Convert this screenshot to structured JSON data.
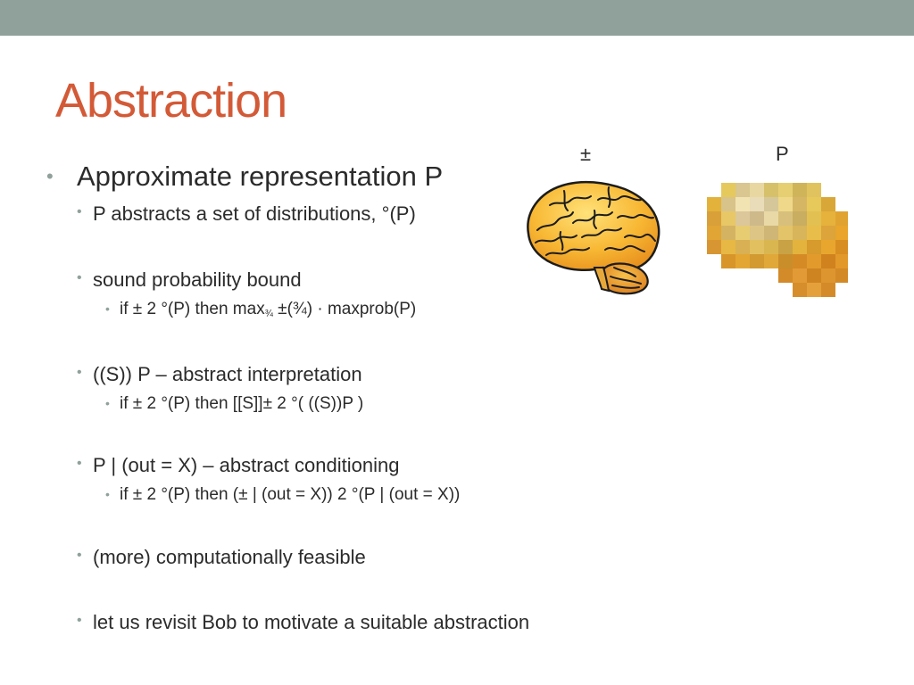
{
  "slide": {
    "title": "Abstraction",
    "bullets": {
      "b0": "Approximate representation P",
      "b1": "P abstracts a set of distributions, °(P)",
      "b2": "sound probability bound",
      "b2s_a": "if ± 2 °(P) then max",
      "b2s_sub": "¾",
      "b2s_b": " ±(¾) · maxprob(P)",
      "b3": "((S)) P – abstract interpretation",
      "b3s": "if ± 2 °(P) then [[S]]± 2 °( ((S))P )",
      "b4": "P | (out = X) – abstract conditioning",
      "b4s": "if ± 2 °(P) then (± | (out = X)) 2 °(P | (out = X))",
      "b5": "(more) computationally feasible",
      "b6": "let us revisit Bob to motivate a suitable abstraction"
    },
    "images": {
      "left_label": "±",
      "right_label": "P"
    }
  },
  "colors": {
    "topbar": "#8fa19a",
    "title": "#d35a37",
    "bullet": "#8fa19a",
    "text": "#2b2b2b"
  }
}
